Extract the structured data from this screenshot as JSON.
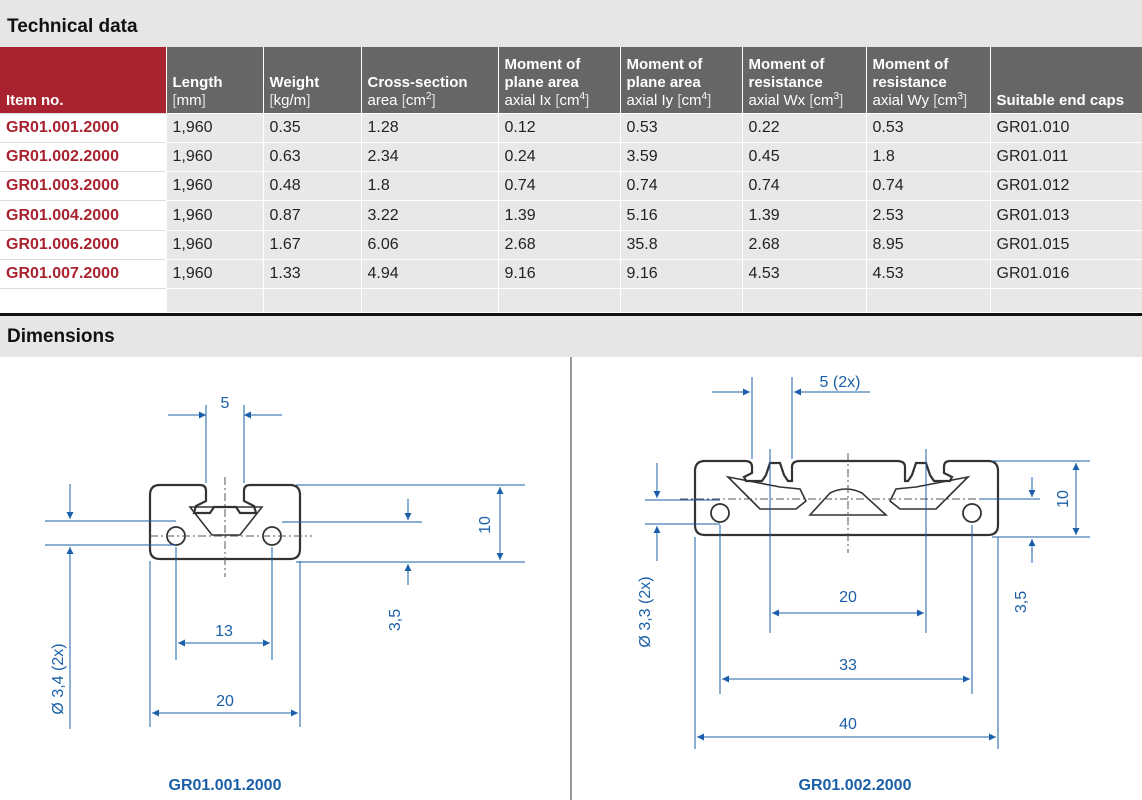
{
  "sections": {
    "technical": "Technical data",
    "dimensions": "Dimensions"
  },
  "table": {
    "headers": [
      {
        "bold": "",
        "bold2": "Item no.",
        "unit": ""
      },
      {
        "bold": "Length",
        "bold2": "",
        "unit": "[mm]"
      },
      {
        "bold": "Weight",
        "bold2": "",
        "unit": "[kg/m]"
      },
      {
        "bold": "Cross-section",
        "bold2": "",
        "unit": "area [cm²]"
      },
      {
        "bold": "Moment of",
        "bold2": "plane area",
        "unit": "axial Ix [cm⁴]"
      },
      {
        "bold": "Moment of",
        "bold2": "plane area",
        "unit": "axial Iy [cm⁴]"
      },
      {
        "bold": "Moment of",
        "bold2": "resistance",
        "unit": "axial Wx [cm³]"
      },
      {
        "bold": "Moment of",
        "bold2": "resistance",
        "unit": "axial Wy [cm³]"
      },
      {
        "bold": "",
        "bold2": "Suitable end caps",
        "unit": ""
      }
    ],
    "rows": [
      [
        "GR01.001.2000",
        "1,960",
        "0.35",
        "1.28",
        "0.12",
        "0.53",
        "0.22",
        "0.53",
        "GR01.010"
      ],
      [
        "GR01.002.2000",
        "1,960",
        "0.63",
        "2.34",
        "0.24",
        "3.59",
        "0.45",
        "1.8",
        "GR01.011"
      ],
      [
        "GR01.003.2000",
        "1,960",
        "0.48",
        "1.8",
        "0.74",
        "0.74",
        "0.74",
        "0.74",
        "GR01.012"
      ],
      [
        "GR01.004.2000",
        "1,960",
        "0.87",
        "3.22",
        "1.39",
        "5.16",
        "1.39",
        "2.53",
        "GR01.013"
      ],
      [
        "GR01.006.2000",
        "1,960",
        "1.67",
        "6.06",
        "2.68",
        "35.8",
        "2.68",
        "8.95",
        "GR01.015"
      ],
      [
        "GR01.007.2000",
        "1,960",
        "1.33",
        "4.94",
        "9.16",
        "9.16",
        "4.53",
        "4.53",
        "GR01.016"
      ]
    ]
  },
  "drawing1": {
    "caption": "GR01.001.2000",
    "slot": "5",
    "height": "10",
    "offset": "3,5",
    "holes": "13",
    "width": "20",
    "diameter": "Ø 3,4 (2x)"
  },
  "drawing2": {
    "caption": "GR01.002.2000",
    "slot": "5 (2x)",
    "height": "10",
    "offset": "3,5",
    "slots": "20",
    "holes": "33",
    "width": "40",
    "diameter": "Ø 3,3 (2x)"
  },
  "colors": {
    "brand_red": "#a8222f",
    "header_grey": "#666666",
    "dimension_blue": "#1a5fa8"
  }
}
